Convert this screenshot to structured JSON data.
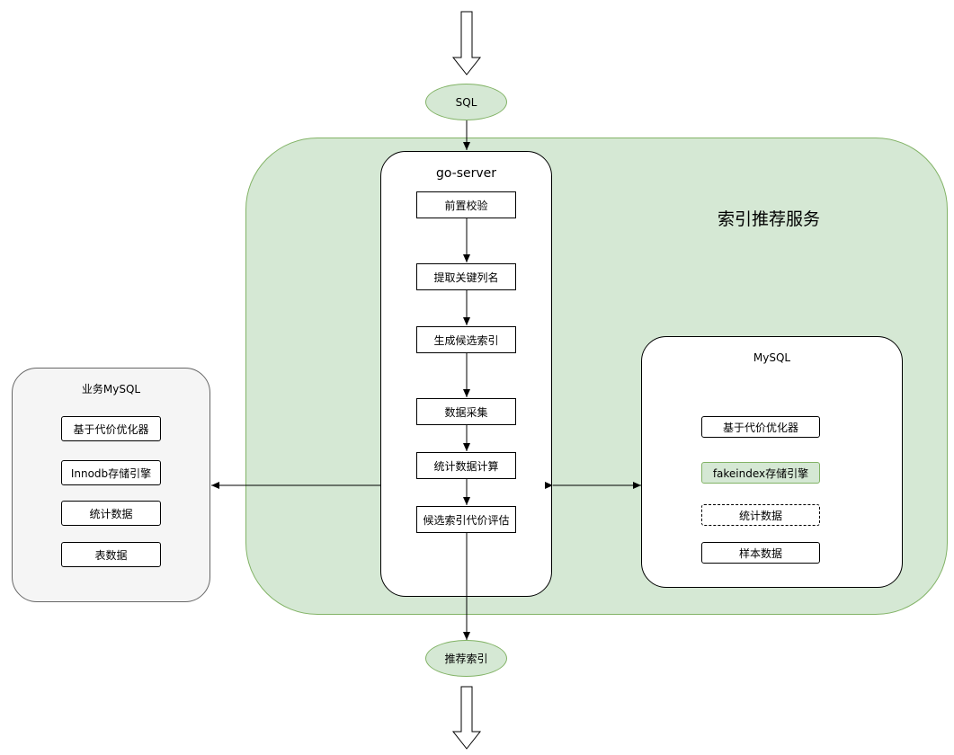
{
  "input_node": {
    "label": "SQL"
  },
  "output_node": {
    "label": "推荐索引"
  },
  "service": {
    "title": "索引推荐服务"
  },
  "go_server": {
    "title": "go-server",
    "steps": [
      {
        "label": "前置校验"
      },
      {
        "label": "提取关键列名"
      },
      {
        "label": "生成候选索引"
      },
      {
        "label": "数据采集"
      },
      {
        "label": "统计数据计算"
      },
      {
        "label": "候选索引代价评估"
      }
    ]
  },
  "mysql_sandbox": {
    "title": "MySQL",
    "components": [
      {
        "label": "基于代价优化器"
      },
      {
        "label": "fakeindex存储引擎"
      },
      {
        "label": "统计数据"
      },
      {
        "label": "样本数据"
      }
    ]
  },
  "business_mysql": {
    "title": "业务MySQL",
    "components": [
      {
        "label": "基于代价优化器"
      },
      {
        "label": "Innodb存储引擎"
      },
      {
        "label": "统计数据"
      },
      {
        "label": "表数据"
      }
    ]
  },
  "colors": {
    "service_fill": "#d5e8d4",
    "service_stroke": "#82b366",
    "business_fill": "#f5f5f5"
  }
}
